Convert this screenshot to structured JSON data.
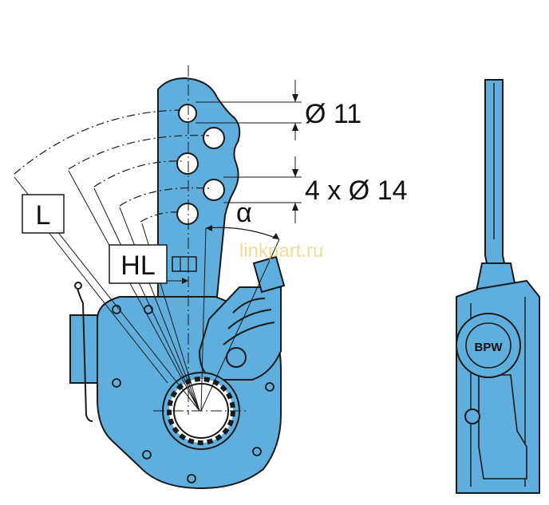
{
  "labels": {
    "hole_small": "Ø 11",
    "hole_large": "4 x Ø 14",
    "angle": "α",
    "lever_length": "L",
    "hole_lever_length": "HL"
  },
  "emblem": "BPW",
  "watermark": "linkpart.ru",
  "colors": {
    "part_fill": "#5faedd",
    "part_stroke": "#1a1a1a",
    "hole_fill": "#ffffff",
    "line": "#1a1a1a"
  }
}
